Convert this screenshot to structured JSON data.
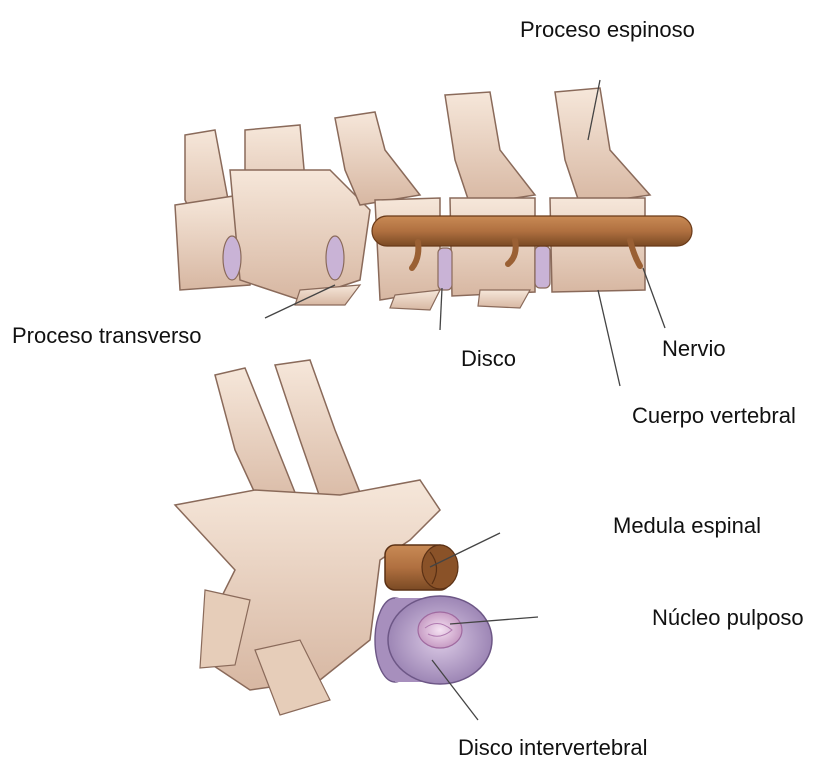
{
  "labels": {
    "proceso_espinoso": "Proceso espinoso",
    "proceso_transverso": "Proceso transverso",
    "disco": "Disco",
    "nervio": "Nervio",
    "cuerpo_vertebral": "Cuerpo vertebral",
    "medula_espinal": "Medula espinal",
    "nucleo_pulposo": "Núcleo pulposo",
    "disco_intervertebral": "Disco intervertebral"
  },
  "colors": {
    "bone": "#f1dccb",
    "bone_shadow": "#c9a792",
    "bone_outline": "#8a6a5a",
    "spinal_cord": "#b87a4a",
    "spinal_cord_dark": "#7a4a24",
    "disc": "#c9b3d6",
    "disc_dark": "#8f78a6",
    "nucleus": "#e6c7e3",
    "leader_line": "#444444"
  }
}
